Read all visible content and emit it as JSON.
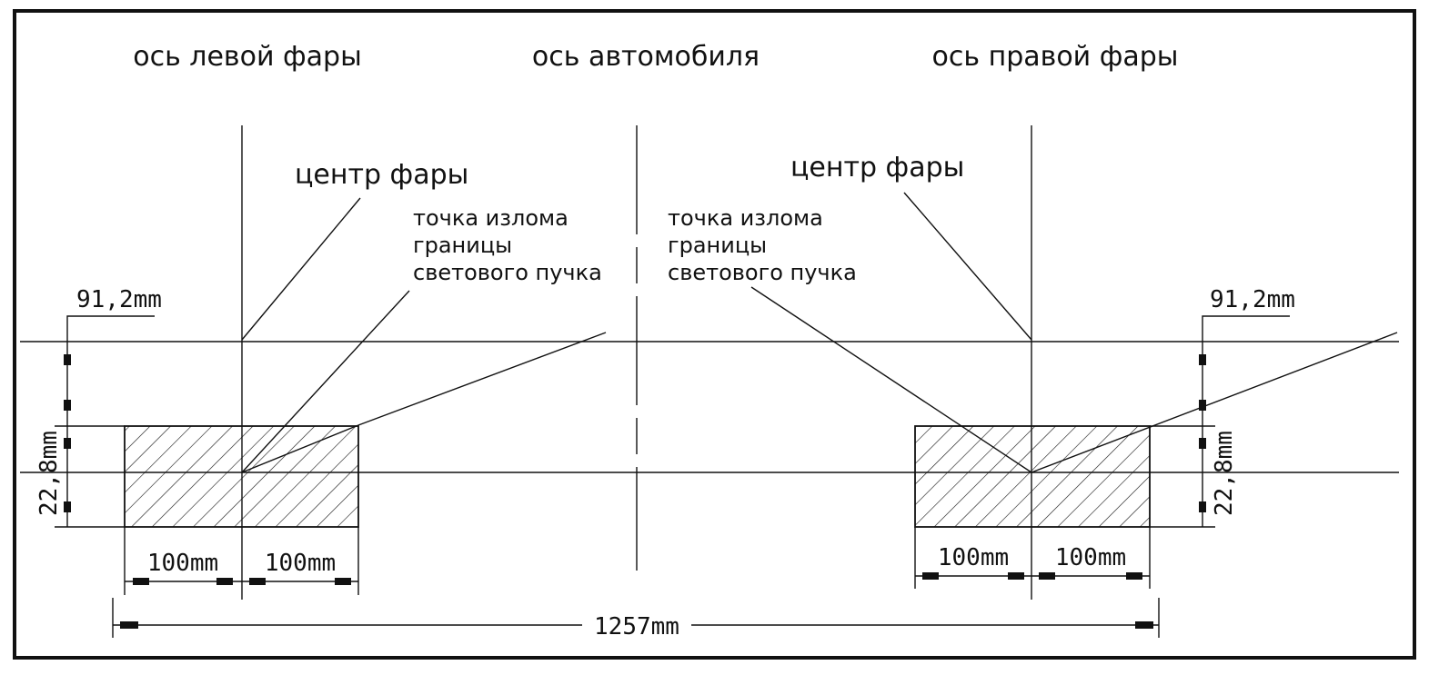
{
  "axes": {
    "left_headlight": "ось левой фары",
    "car": "ось автомобиля",
    "right_headlight": "ось правой фары"
  },
  "labels": {
    "center_left": "центр фары",
    "center_right": "центр фары",
    "breakpoint_left": [
      "точка излома",
      "границы",
      "светового пучка"
    ],
    "breakpoint_right": [
      "точка излома",
      "границы",
      "светового пучка"
    ]
  },
  "dimensions": {
    "offset_left": "91,2mm",
    "offset_right": "91,2mm",
    "height_left": "22,8mm",
    "height_right": "22,8mm",
    "half_width_ll": "100mm",
    "half_width_lr": "100mm",
    "half_width_rl": "100mm",
    "half_width_rr": "100mm",
    "total": "1257mm"
  },
  "colors": {
    "ink": "#111111",
    "background": "#ffffff"
  }
}
